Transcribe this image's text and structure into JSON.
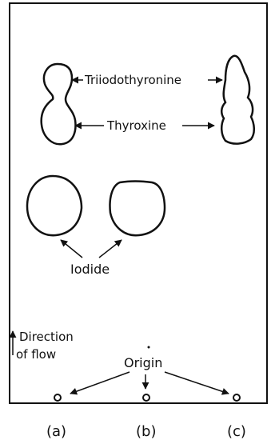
{
  "labels": {
    "triiodothyronine": "Triiodothyronine",
    "thyroxine": "Thyroxine",
    "iodide": "Iodide",
    "direction_line1": "Direction",
    "direction_line2": "of flow",
    "origin": "Origin"
  },
  "lanes": [
    "(a)",
    "(b)",
    "(c)"
  ]
}
